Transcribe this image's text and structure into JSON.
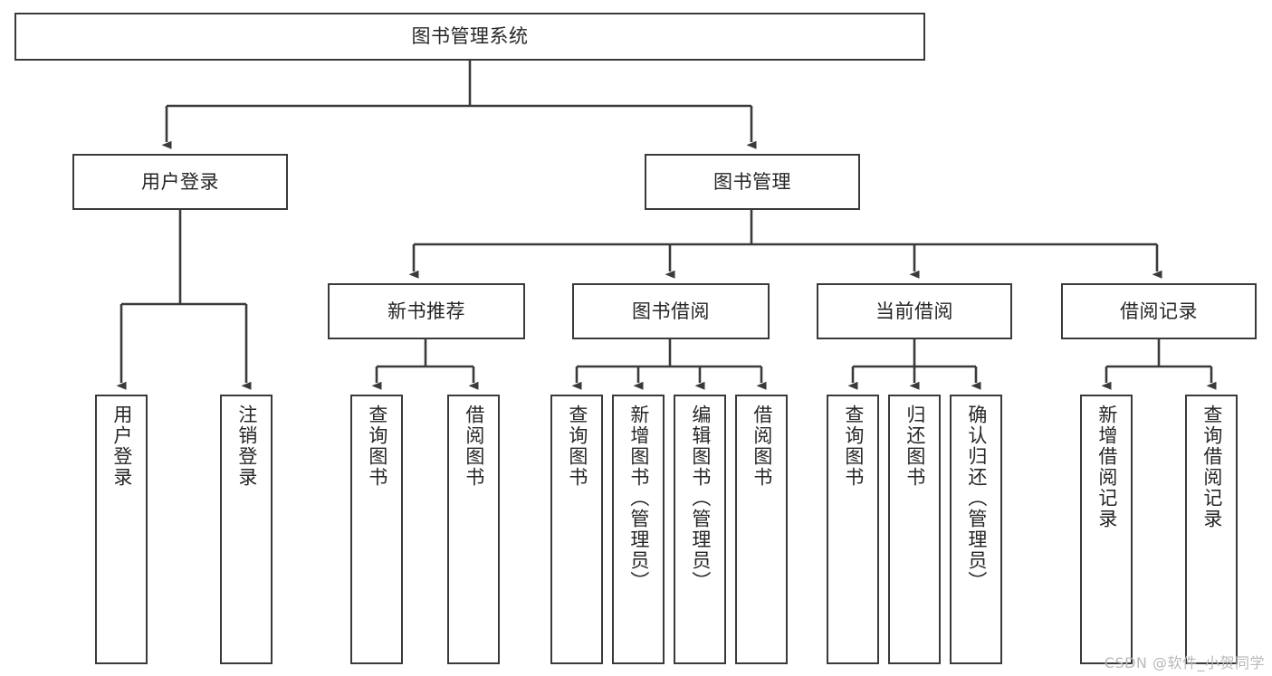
{
  "diagram": {
    "title": "图书管理系统",
    "type": "tree-hierarchy",
    "watermark": "CSDN @软件_小贺同学",
    "colors": {
      "box_border": "#3a3a3a",
      "box_fill": "#ffffff",
      "connector": "#3a3a3a",
      "text": "#262626",
      "watermark": "#b9b9b9",
      "background": "#ffffff"
    },
    "root": {
      "label": "图书管理系统"
    },
    "level2": [
      {
        "label": "用户登录"
      },
      {
        "label": "图书管理"
      }
    ],
    "level3": [
      {
        "label": "新书推荐"
      },
      {
        "label": "图书借阅"
      },
      {
        "label": "当前借阅"
      },
      {
        "label": "借阅记录"
      }
    ],
    "leaves": {
      "user_login": [
        {
          "label": "用户登录"
        },
        {
          "label": "注销登录"
        }
      ],
      "new_book_recommend": [
        {
          "label": "查询图书"
        },
        {
          "label": "借阅图书"
        }
      ],
      "book_borrow": [
        {
          "label": "查询图书"
        },
        {
          "label": "新增图书（管理员）"
        },
        {
          "label": "编辑图书（管理员）"
        },
        {
          "label": "借阅图书"
        }
      ],
      "current_borrow": [
        {
          "label": "查询图书"
        },
        {
          "label": "归还图书"
        },
        {
          "label": "确认归还（管理员）"
        }
      ],
      "borrow_record": [
        {
          "label": "新增借阅记录"
        },
        {
          "label": "查询借阅记录"
        }
      ]
    }
  }
}
